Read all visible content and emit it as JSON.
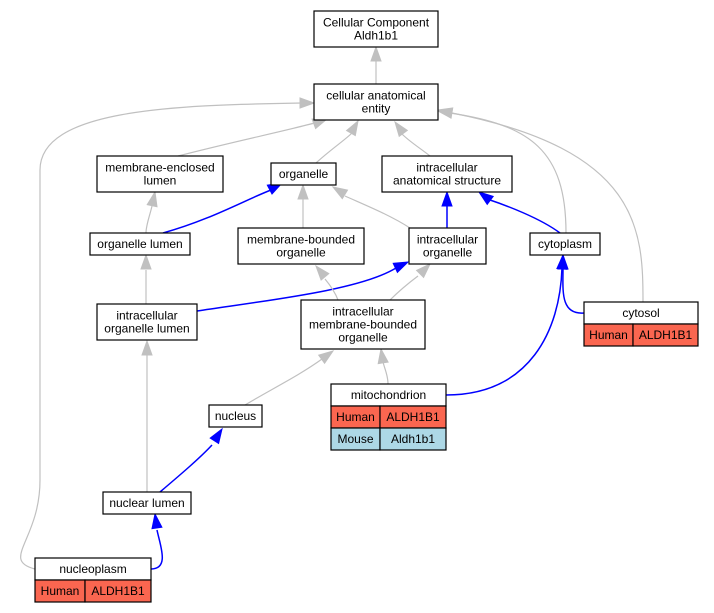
{
  "nodes": {
    "root": [
      "Cellular Component",
      "Aldh1b1"
    ],
    "cae": [
      "cellular anatomical",
      "entity"
    ],
    "mel": [
      "membrane-enclosed",
      "lumen"
    ],
    "organelle": [
      "organelle"
    ],
    "ias": [
      "intracellular",
      "anatomical structure"
    ],
    "orgLumen": [
      "organelle lumen"
    ],
    "mbo": [
      "membrane-bounded",
      "organelle"
    ],
    "intraOrg": [
      "intracellular",
      "organelle"
    ],
    "cytoplasm": [
      "cytoplasm"
    ],
    "iol": [
      "intracellular",
      "organelle lumen"
    ],
    "imbo": [
      "intracellular",
      "membrane-bounded",
      "organelle"
    ],
    "cytosol": [
      "cytosol"
    ],
    "mito": [
      "mitochondrion"
    ],
    "nucleus": [
      "nucleus"
    ],
    "nucLumen": [
      "nuclear lumen"
    ],
    "nucleoplasm": [
      "nucleoplasm"
    ]
  },
  "annotations": {
    "cytosol": [
      {
        "species": "Human",
        "gene": "ALDH1B1"
      }
    ],
    "mito": [
      {
        "species": "Human",
        "gene": "ALDH1B1"
      },
      {
        "species": "Mouse",
        "gene": "Aldh1b1"
      }
    ],
    "nucleoplasm": [
      {
        "species": "Human",
        "gene": "ALDH1B1"
      }
    ]
  },
  "colors": {
    "human": "#fa6650",
    "mouse": "#add8e6",
    "is_a_edge": "#c0c0c0",
    "part_of_edge": "#0000ff"
  },
  "edges": [
    {
      "from": "cae",
      "to": "root",
      "type": "is_a"
    },
    {
      "from": "mel",
      "to": "cae",
      "type": "is_a"
    },
    {
      "from": "organelle",
      "to": "cae",
      "type": "is_a"
    },
    {
      "from": "ias",
      "to": "cae",
      "type": "is_a"
    },
    {
      "from": "cytoplasm",
      "to": "cae",
      "type": "is_a"
    },
    {
      "from": "cytosol",
      "to": "cae",
      "type": "is_a"
    },
    {
      "from": "nucleoplasm",
      "to": "cae",
      "type": "is_a"
    },
    {
      "from": "orgLumen",
      "to": "mel",
      "type": "is_a"
    },
    {
      "from": "orgLumen",
      "to": "organelle",
      "type": "part_of"
    },
    {
      "from": "mbo",
      "to": "organelle",
      "type": "is_a"
    },
    {
      "from": "intraOrg",
      "to": "organelle",
      "type": "is_a"
    },
    {
      "from": "intraOrg",
      "to": "ias",
      "type": "part_of"
    },
    {
      "from": "cytoplasm",
      "to": "ias",
      "type": "part_of"
    },
    {
      "from": "iol",
      "to": "orgLumen",
      "type": "is_a"
    },
    {
      "from": "iol",
      "to": "intraOrg",
      "type": "part_of"
    },
    {
      "from": "imbo",
      "to": "mbo",
      "type": "is_a"
    },
    {
      "from": "imbo",
      "to": "intraOrg",
      "type": "is_a"
    },
    {
      "from": "cytosol",
      "to": "cytoplasm",
      "type": "part_of"
    },
    {
      "from": "mito",
      "to": "cytoplasm",
      "type": "part_of"
    },
    {
      "from": "mito",
      "to": "imbo",
      "type": "is_a"
    },
    {
      "from": "nucleus",
      "to": "imbo",
      "type": "is_a"
    },
    {
      "from": "nucLumen",
      "to": "iol",
      "type": "is_a"
    },
    {
      "from": "nucLumen",
      "to": "nucleus",
      "type": "part_of"
    },
    {
      "from": "nucleoplasm",
      "to": "nucLumen",
      "type": "part_of"
    }
  ]
}
